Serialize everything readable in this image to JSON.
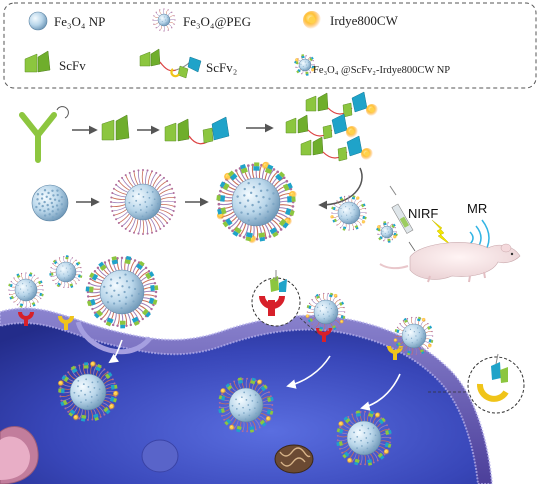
{
  "legend": {
    "items": [
      {
        "id": "np",
        "label": "Fe₃O₄ NP"
      },
      {
        "id": "peg",
        "label": "Fe₃O₄@PEG"
      },
      {
        "id": "dye",
        "label": "Irdye800CW"
      },
      {
        "id": "scfv",
        "label": "ScFv"
      },
      {
        "id": "scfv2",
        "label": "ScFv₂"
      },
      {
        "id": "conj",
        "label": "Fe₃O₄ @ScFv₂-Irdye800CW NP"
      }
    ]
  },
  "imaging": {
    "nirf_label": "NIRF",
    "mr_label": "MR"
  },
  "colors": {
    "scfv_green": "#8cc63f",
    "scfv_cyan": "#1fa3c9",
    "dye_orange": "#f7a21b",
    "receptor_red": "#d7202a",
    "membrane_purple": "#6a5fb3",
    "cell_blue": "#4550c8",
    "core_blue": "#aac9e0"
  }
}
